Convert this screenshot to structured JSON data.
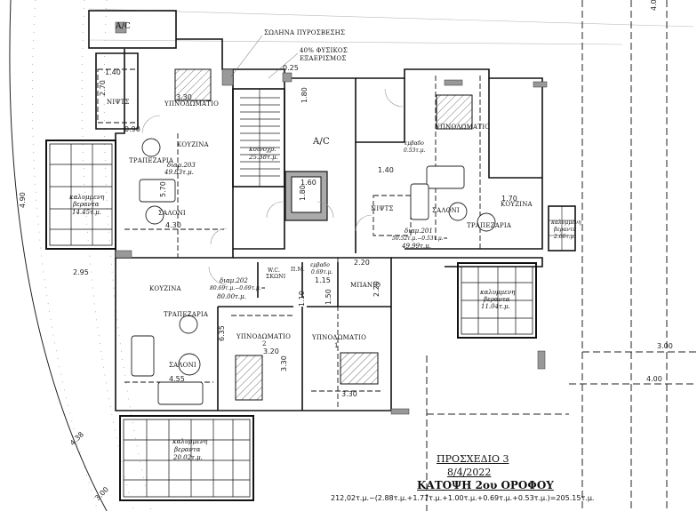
{
  "title_block": {
    "drawing": "ΠΡΟΣΧΕΔΙΟ 3",
    "date": "8/4/2022",
    "plan_name": "ΚΑΤΟΨΗ 2ου ΟΡΟΦΟΥ",
    "area_formula": "212,02τ.μ.−(2.88τ.μ.+1.77τ.μ.+1.00τ.μ.+0.69τ.μ.+0.53τ.μ.)=205.15τ.μ."
  },
  "annotations": {
    "fire_pipe": "ΣΩΛΗΝΑ ΠΥΡΟΣΒΕΣΗΣ",
    "natural_vent_1": "40% ΦΥΣΙΚΟΣ",
    "natural_vent_2": "ΕΞΑΕΡΙΣΜΟΣ"
  },
  "apartments": {
    "apt203": {
      "label": "διαμ.203",
      "area": "49.83τ.μ.",
      "rooms": {
        "ac": "A/C",
        "bedroom": "ΥΠΝΟΔΩΜΑΤΙΟ",
        "wc": "ΝΙΨΤΣ",
        "kitchen": "ΚΟΥΖΙΝΑ",
        "dining": "ΤΡΑΠΕΖΑΡΙΑ",
        "living": "ΣΑΛΟΝΙ"
      },
      "veranda": {
        "l1": "καλυμμενη",
        "l2": "βεραντα",
        "area": "14.45τ.μ."
      }
    },
    "apt201": {
      "label": "διαμ.201",
      "calc": "50.52τ.μ.−0.53τ.μ.=",
      "area": "49.99τ.μ.",
      "rooms": {
        "bedroom": "ΥΠΝΟΔΩΜΑΤΙΟ",
        "storage": "εμβαδο",
        "storage_area": "0.53τ.μ.",
        "wc": "ΝΙΨΤΣ",
        "living": "ΣΑΛΟΝΙ",
        "kitchen": "ΚΟΥΖΙΝΑ",
        "dining": "ΤΡΑΠΕΖΑΡΙΑ"
      },
      "veranda": {
        "l1": "καλυμμενη",
        "l2": "βεραντα",
        "area": "2.66τ.μ."
      },
      "veranda2": {
        "l1": "καλυμμενη",
        "l2": "βεραντα",
        "area": "11.04τ.μ."
      }
    },
    "apt202": {
      "label": "διαμ.202",
      "calc": "80.69τ.μ.−0.69τ.μ.=",
      "area": "80.00τ.μ.",
      "rooms": {
        "kitchen": "ΚΟΥΖΙΝΑ",
        "dining": "ΤΡΑΠΕΖΑΡΙΑ",
        "living": "ΣΑΛΟΝΙ",
        "wc_shower": "W.C.",
        "wc_shower2": "ΣΚΩΝΙ",
        "wm": "Π.Μ.",
        "storage": "εμβαδο",
        "storage_area": "0.69τ.μ.",
        "bath": "ΜΠΑΝΙΟ",
        "bedroom2": "ΥΠΝΟΔΩΜΑΤΙΟ",
        "bedroom2_num": "2",
        "bedroom1": "ΥΠΝΟΔΩΜΑΤΙΟ",
        "bedroom1_num": "1"
      },
      "veranda": {
        "l1": "καλυμμενη",
        "l2": "βεραντα",
        "area": "20.02τ.μ."
      }
    },
    "common": {
      "ac": "A/C",
      "corridor": "κοινοχρ.",
      "corridor_area": "25.38τ.μ."
    }
  },
  "dimensions": {
    "d_140_a": "1.40",
    "d_270": "2.70",
    "d_330_a": "3.30",
    "d_090": "0.90",
    "d_025": "0.25",
    "d_180": "1.80",
    "d_490": "4.90",
    "d_570": "5.70",
    "d_430": "4.30",
    "d_295": "2.95",
    "d_160": "1.60",
    "d_180b": "1.80",
    "d_140_b": "1.40",
    "d_170": "1.70",
    "d_220a": "2.20",
    "d_220b": "2.20",
    "d_115": "1.15",
    "d_110": "1.10",
    "d_150": "1.50",
    "d_635": "6.35",
    "d_320": "3.20",
    "d_455": "4.55",
    "d_330_b": "3.30",
    "d_330_c": "3.30",
    "d_300_a": "3.00",
    "d_400_a": "4.00",
    "d_438": "4.38",
    "d_300_b": "3.00",
    "d_400_top": "4.00"
  }
}
